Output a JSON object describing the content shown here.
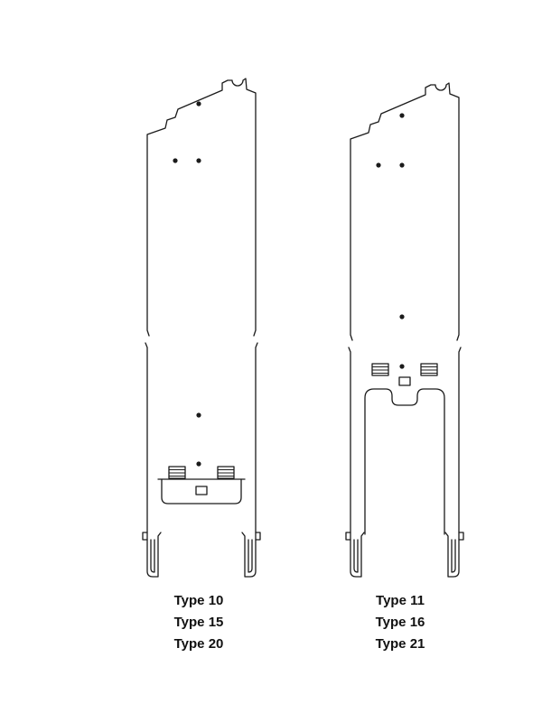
{
  "diagram": {
    "background": "#ffffff",
    "stroke_color": "#1b1b1b",
    "figures": [
      {
        "name": "radiator-profile-left",
        "description": "side profile with low welded bracket",
        "labels": [
          "Type 10",
          "Type 15",
          "Type 20"
        ]
      },
      {
        "name": "radiator-profile-right",
        "description": "side profile with high welded bracket and long legs",
        "labels": [
          "Type 11",
          "Type 16",
          "Type 21"
        ]
      }
    ]
  }
}
